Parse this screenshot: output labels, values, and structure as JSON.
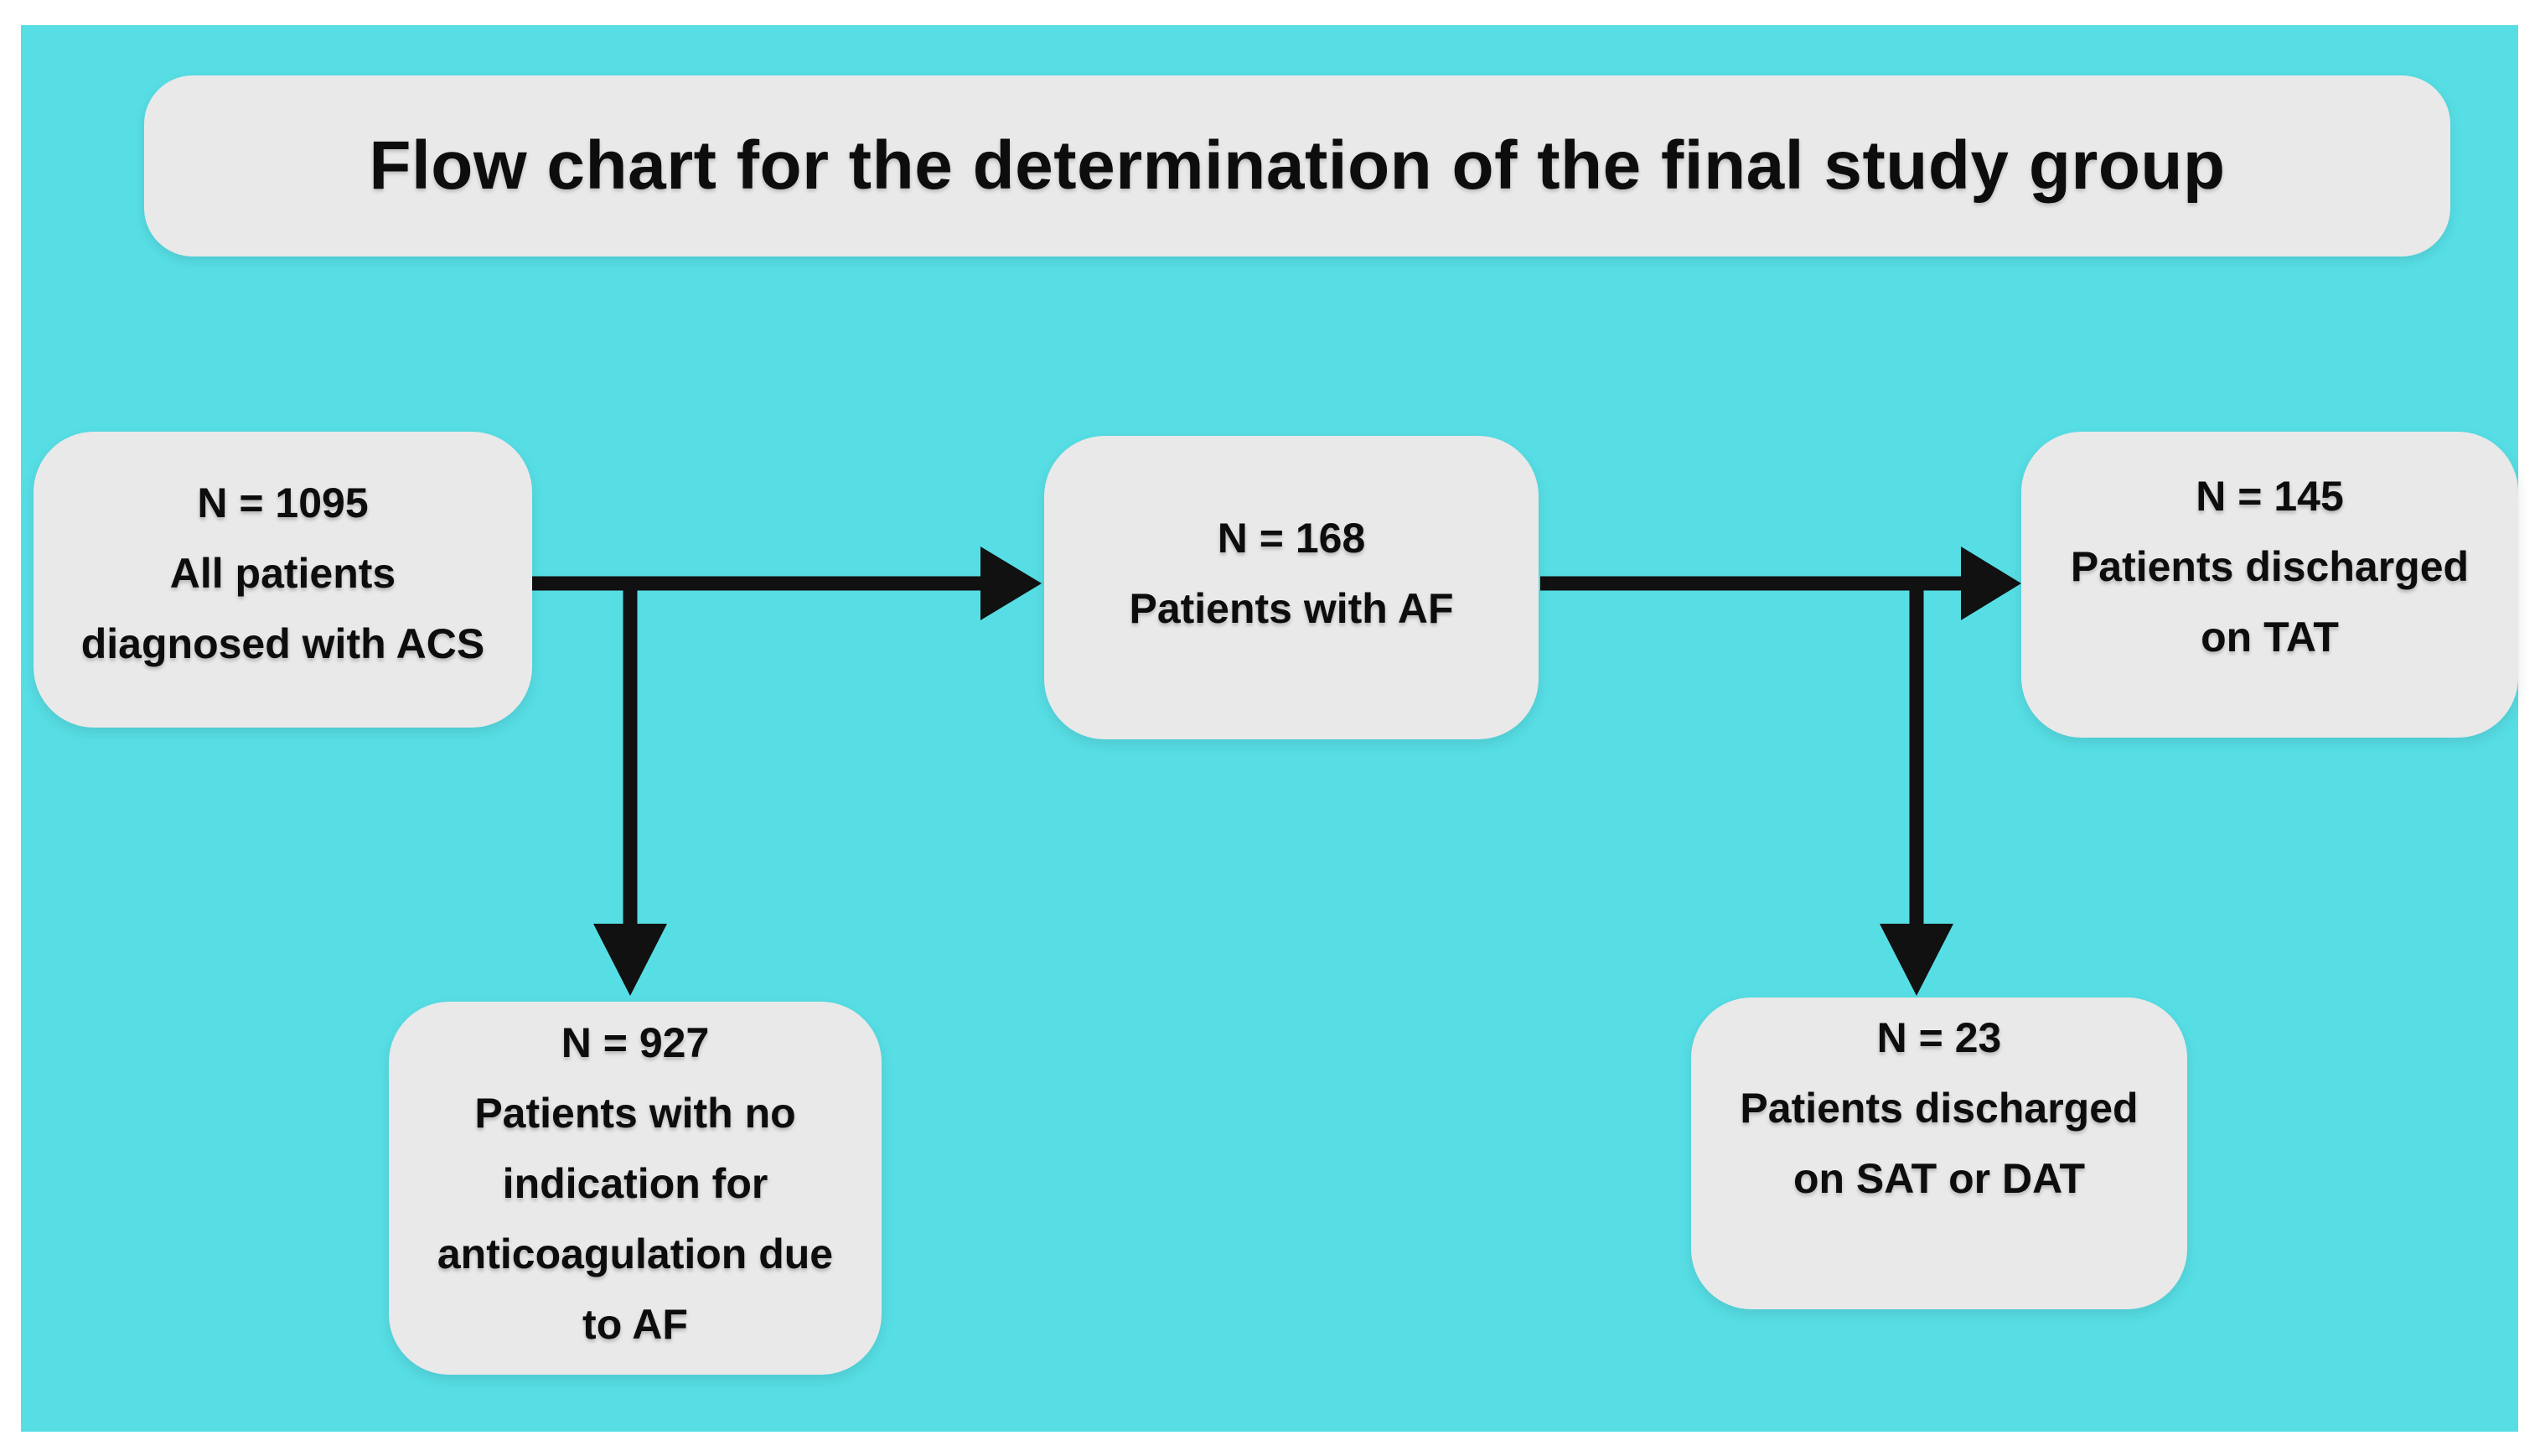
{
  "title": {
    "label": "Flow chart for the determination of the final study group"
  },
  "colors": {
    "page_bg": "#ffffff",
    "canvas_bg": "#57dee5",
    "node_bg": "#e9e9e9",
    "line_color": "#111111",
    "text_color": "#0d0d0d"
  },
  "flowchart": {
    "nodes": {
      "acs": {
        "count": "N = 1095",
        "label": "All patients\ndiagnosed with ACS"
      },
      "af": {
        "count": "N = 168",
        "label": "Patients with AF"
      },
      "tat": {
        "count": "N = 145",
        "label": "Patients discharged\non TAT"
      },
      "noac": {
        "count": "N = 927",
        "label": "Patients with no\nindication for\nanticoagulation due\nto AF"
      },
      "satdat": {
        "count": "N = 23",
        "label": "Patients discharged\non SAT or DAT"
      }
    },
    "edges": [
      {
        "from": "acs",
        "to": "af",
        "type": "arrow-right"
      },
      {
        "from": "acs",
        "to": "noac",
        "type": "branch-down"
      },
      {
        "from": "af",
        "to": "tat",
        "type": "arrow-right"
      },
      {
        "from": "af",
        "to": "satdat",
        "type": "branch-down"
      }
    ]
  }
}
